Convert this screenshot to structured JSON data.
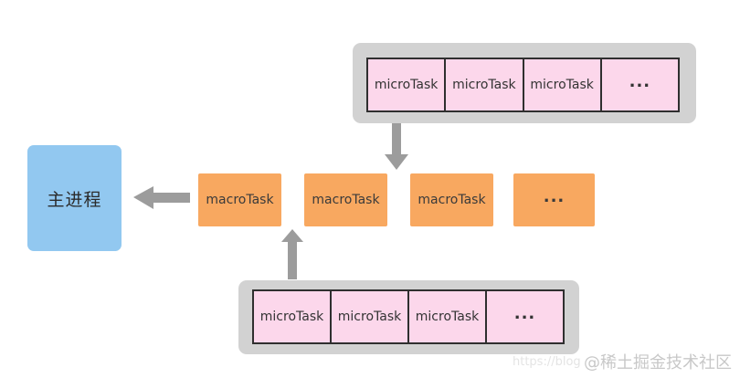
{
  "diagram": {
    "title_hint": "event-loop task queues diagram",
    "main_process": {
      "label": "主进程"
    },
    "top_micro_queue": {
      "items": [
        "microTask",
        "microTask",
        "microTask",
        "..."
      ]
    },
    "macro_row": {
      "items": [
        "macroTask",
        "macroTask",
        "macroTask",
        "..."
      ]
    },
    "bottom_micro_queue": {
      "items": [
        "microTask",
        "microTask",
        "microTask",
        "..."
      ]
    },
    "watermark": {
      "url": "https://blog",
      "credit": "@稀土掘金技术社区"
    }
  },
  "palette": {
    "background": "#ffffff",
    "queue_container": "#d2d2d2",
    "micro_box_fill": "#fcd7eb",
    "micro_box_border": "#2f2f2f",
    "macro_box_fill": "#f8a860",
    "main_box_fill": "#92c8f0",
    "arrow": "#9c9c9c",
    "text": "#333333",
    "watermark_url": "#e4e4e4",
    "watermark_credit": "#c8c8c8"
  }
}
